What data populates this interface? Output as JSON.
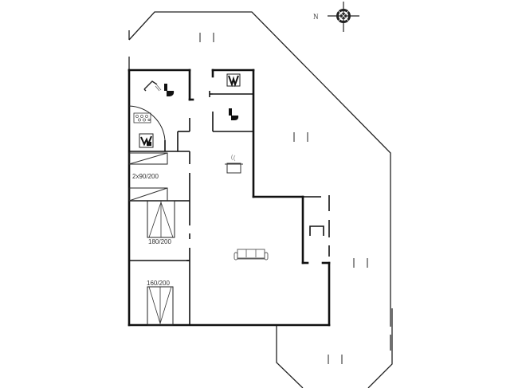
{
  "plan": {
    "compass": {
      "label": "N"
    },
    "rooms": [
      {
        "id": "bathroom-1",
        "fixtures": [
          "shower",
          "toilet",
          "washing-machine",
          "sink"
        ]
      },
      {
        "id": "bathroom-2",
        "fixtures": [
          "sink",
          "toilet"
        ]
      },
      {
        "id": "bedroom-1",
        "bed_label": "2x90/200"
      },
      {
        "id": "bedroom-2",
        "bed_label": "180/200"
      },
      {
        "id": "bedroom-3",
        "bed_label": "160/200"
      },
      {
        "id": "kitchen",
        "fixtures": [
          "cooking-pot"
        ]
      },
      {
        "id": "living-room",
        "fixtures": [
          "sofa"
        ]
      }
    ],
    "labels": {
      "bed1": "2x90/200",
      "bed2": "180/200",
      "bed3": "160/200"
    },
    "colors": {
      "wall": "#111111",
      "background": "#ffffff"
    }
  }
}
